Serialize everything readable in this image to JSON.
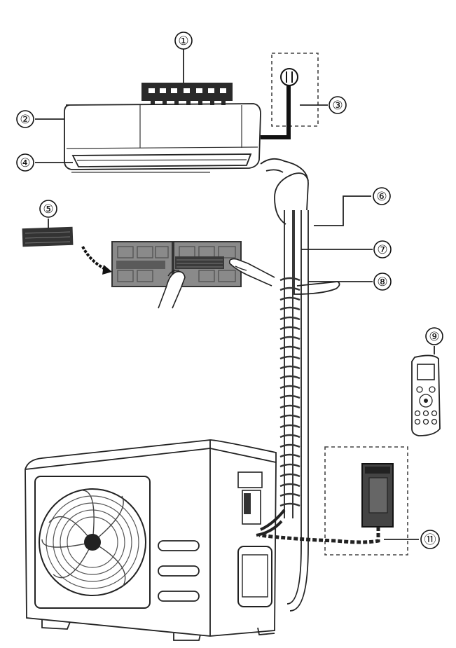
{
  "callouts": [
    {
      "id": "1",
      "text": "①"
    },
    {
      "id": "2",
      "text": "②"
    },
    {
      "id": "3",
      "text": "③"
    },
    {
      "id": "4",
      "text": "④"
    },
    {
      "id": "5",
      "text": "⑤"
    },
    {
      "id": "6",
      "text": "⑥"
    },
    {
      "id": "7",
      "text": "⑦"
    },
    {
      "id": "8",
      "text": "⑧"
    },
    {
      "id": "9",
      "text": "⑨"
    },
    {
      "id": "11",
      "text": "⑪"
    }
  ],
  "colors": {
    "line": "#222222",
    "filter_panel": "#8a8a8a",
    "filter_dark": "#3a3a3a",
    "controller_body": "#444444",
    "fan_blades": "#555555"
  },
  "icons": [
    "plug-icon",
    "hand-icon",
    "fan-icon",
    "remote-control-icon"
  ]
}
